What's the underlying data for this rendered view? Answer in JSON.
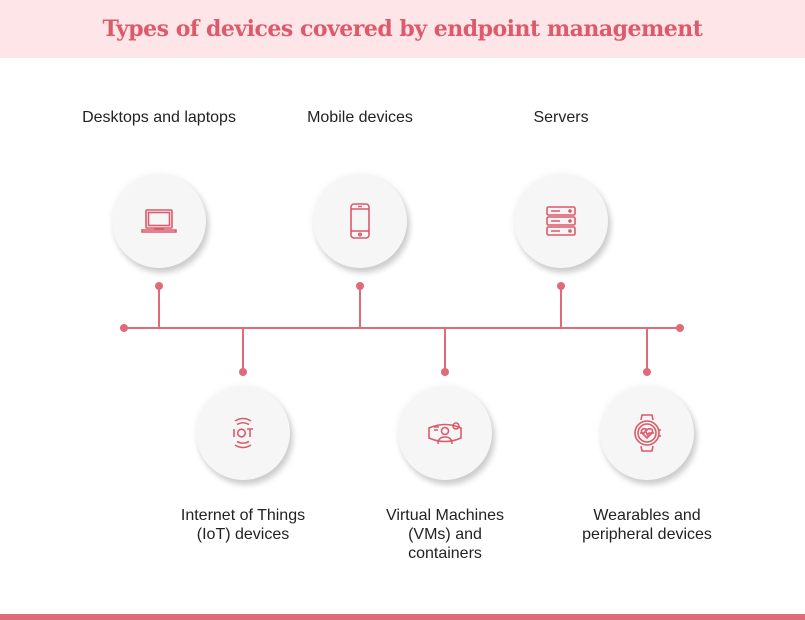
{
  "title": "Types of devices covered by endpoint management",
  "devices": [
    {
      "label": "Desktops and laptops",
      "icon": "laptop-icon"
    },
    {
      "label": "Mobile devices",
      "icon": "smartphone-icon"
    },
    {
      "label": "Servers",
      "icon": "server-icon"
    },
    {
      "label": "Internet of Things (IoT) devices",
      "icon": "iot-icon"
    },
    {
      "label": "Virtual Machines (VMs) and containers",
      "icon": "virtual-machine-icon"
    },
    {
      "label": "Wearables and peripheral devices",
      "icon": "smartwatch-icon"
    }
  ],
  "colors": {
    "accent": "#dc5a6a",
    "header_bg": "#fde5e8"
  }
}
